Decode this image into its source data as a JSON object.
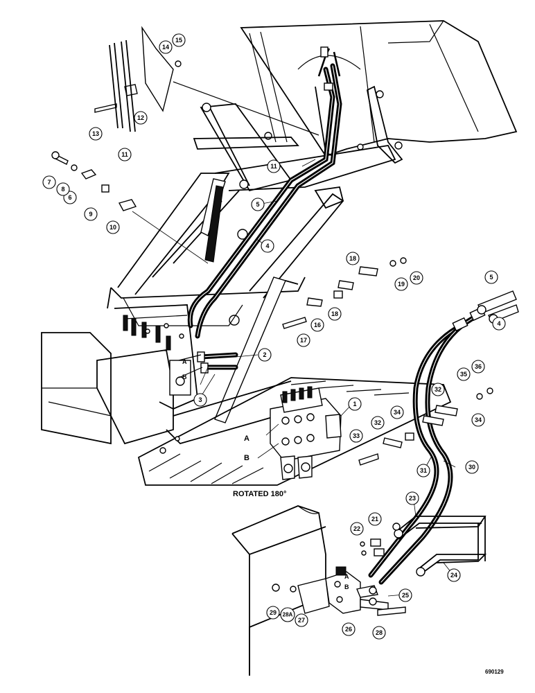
{
  "figure": {
    "caption_rotated": "ROTATED 180°",
    "port_a": "A",
    "port_b": "B",
    "port_a_small": "A",
    "port_b_small": "B",
    "drawing_number": "690129"
  },
  "callouts": [
    "1",
    "2",
    "3",
    "4",
    "4",
    "5",
    "5",
    "6",
    "7",
    "8",
    "9",
    "10",
    "11",
    "11",
    "12",
    "13",
    "14",
    "15",
    "16",
    "17",
    "18",
    "18",
    "19",
    "20",
    "21",
    "22",
    "23",
    "24",
    "25",
    "26",
    "27",
    "28",
    "28A",
    "29",
    "30",
    "31",
    "32",
    "32",
    "33",
    "34",
    "34",
    "35",
    "36"
  ]
}
